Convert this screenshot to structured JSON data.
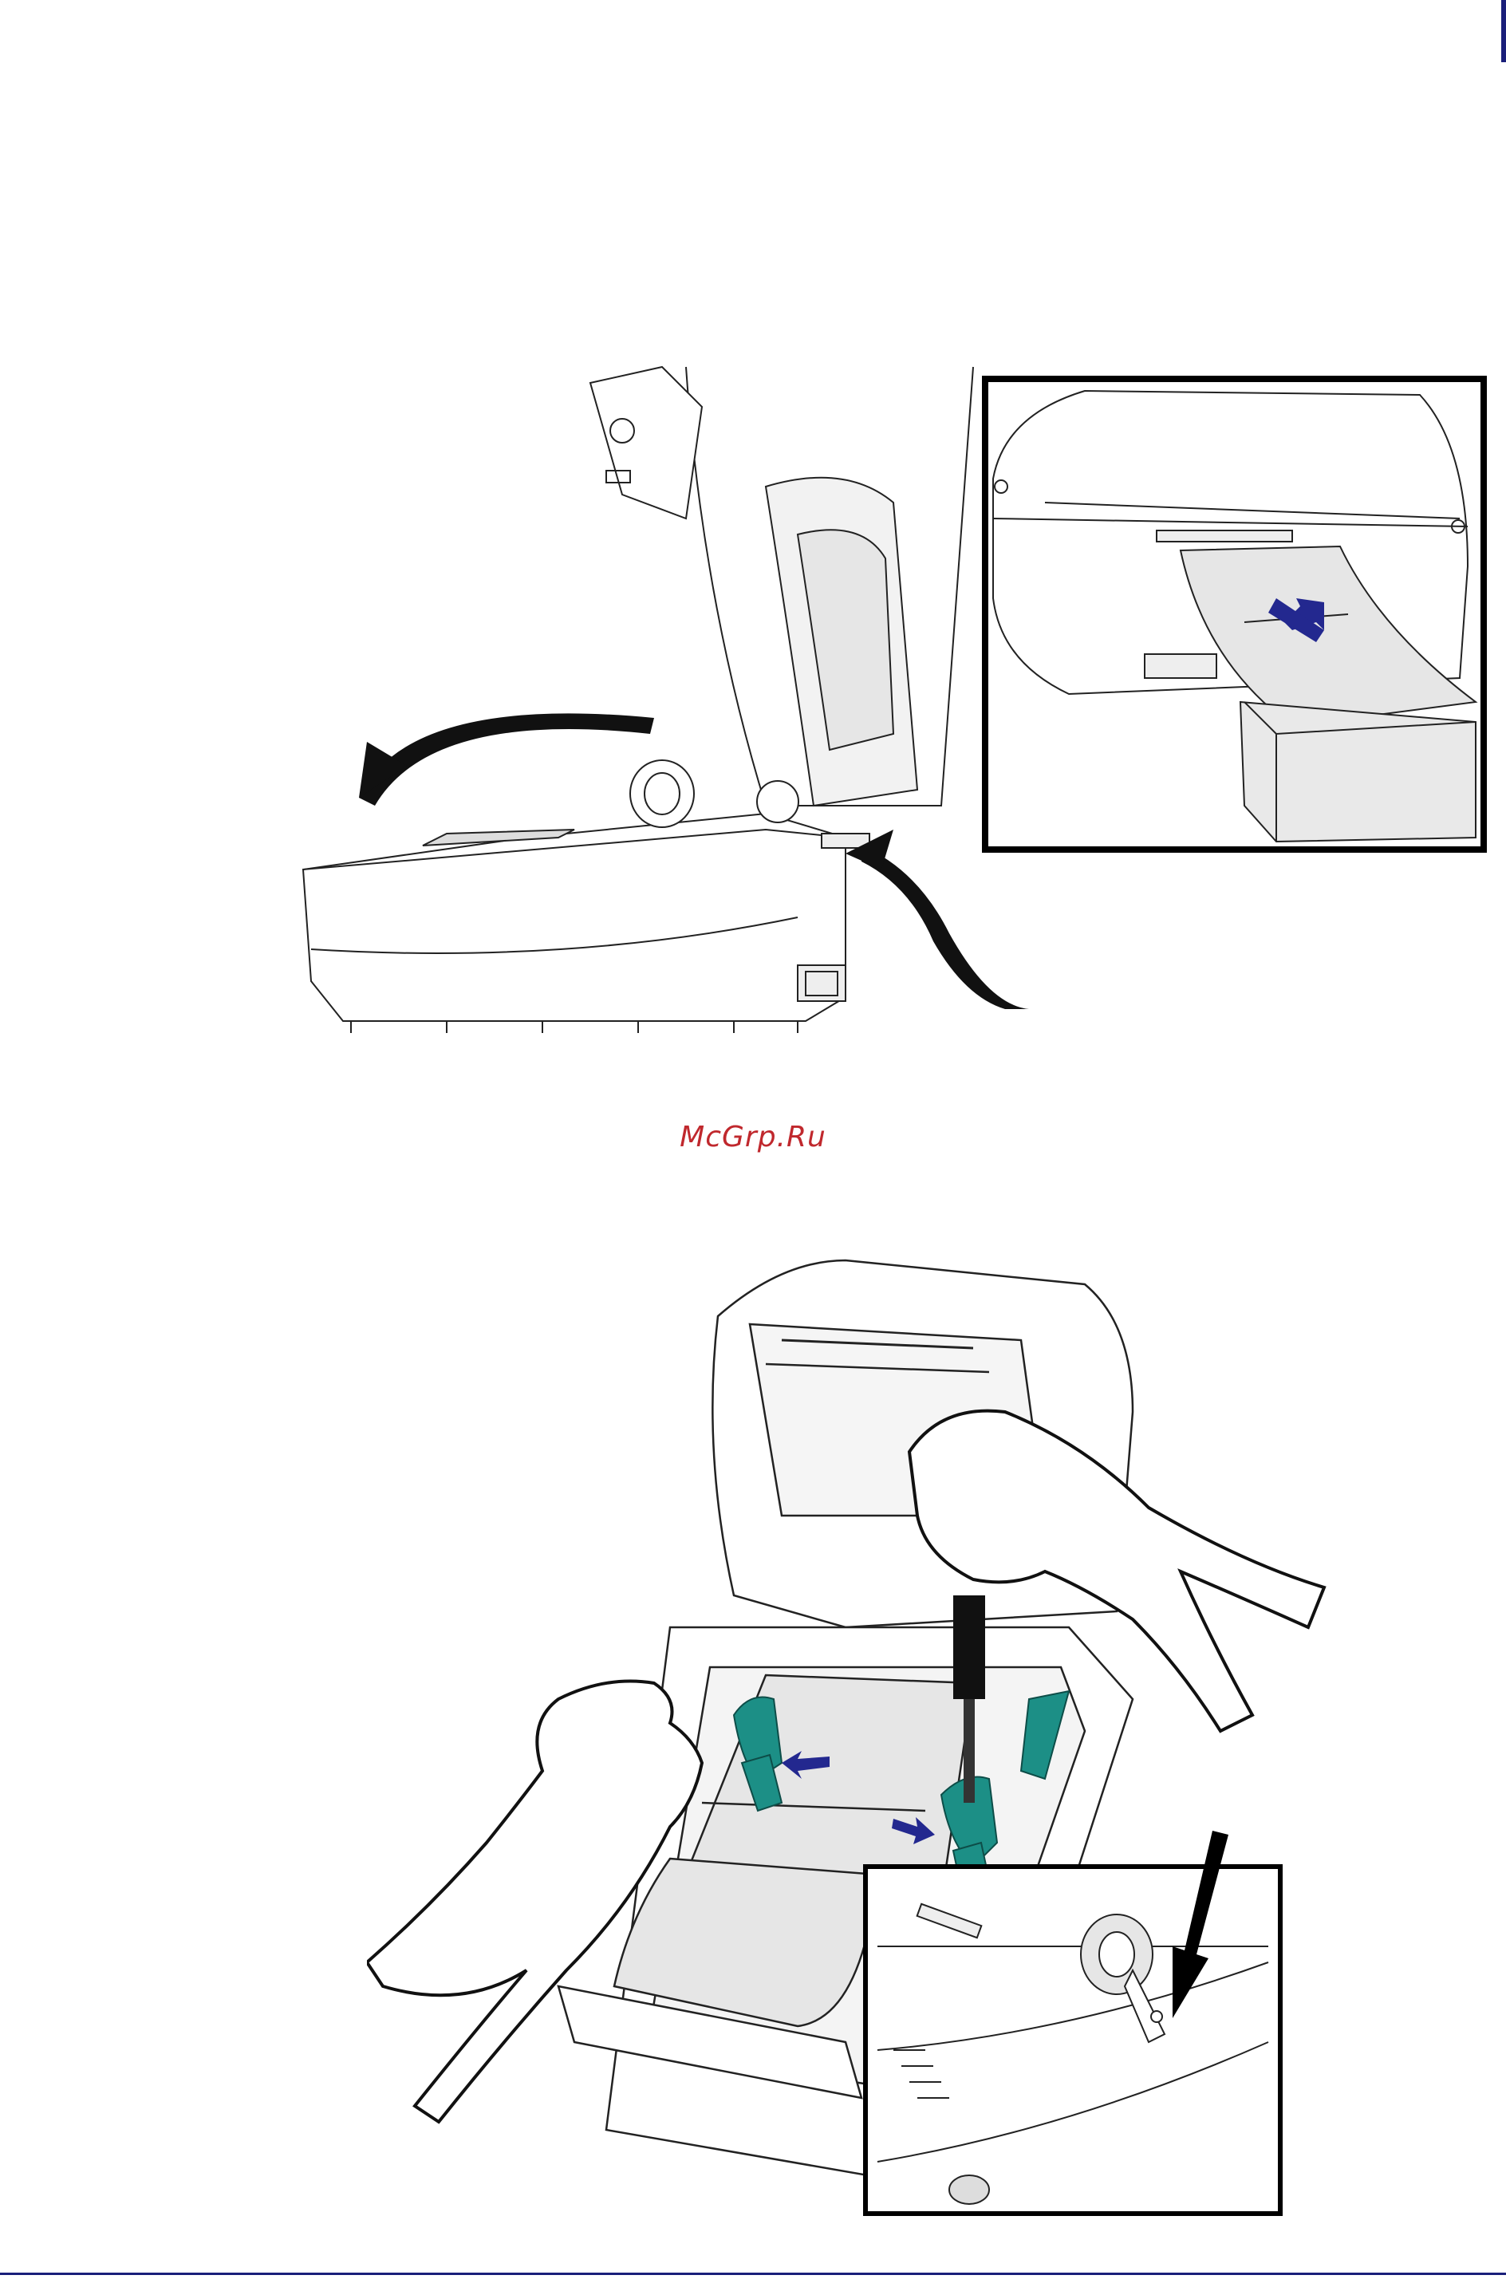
{
  "watermark": {
    "text": "McGrp.Ru"
  },
  "colors": {
    "accent_bar": "#1a1f7a",
    "arrow_blue": "#23288f",
    "guide_teal": "#1c8f86",
    "watermark_red": "#c0282d"
  },
  "illustrations": [
    {
      "name": "printer-open-side-view",
      "callout": "media-feed-rear-inset"
    },
    {
      "name": "hands-adjusting-roll-guides",
      "callout": "guide-lock-screw-inset"
    }
  ]
}
